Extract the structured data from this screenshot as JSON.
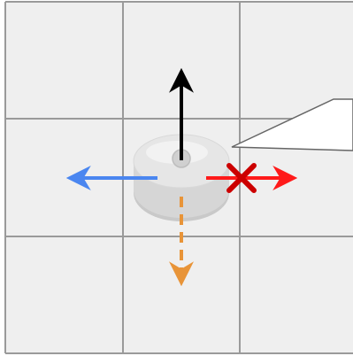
{
  "grid": {
    "rows": 3,
    "columns": 3,
    "cell_fill": "#efefef",
    "line_color": "#9a9a9a"
  },
  "robot": {
    "icon": "round-robot-vacuum-icon",
    "body_color": "#e6e6e6",
    "shadow_color": "#c9c9c9"
  },
  "arrows": [
    {
      "id": "up",
      "direction": "up",
      "style": "solid",
      "color": "#000000",
      "blocked": false
    },
    {
      "id": "left",
      "direction": "left",
      "style": "solid",
      "color": "#4a86f0",
      "blocked": false
    },
    {
      "id": "right",
      "direction": "right",
      "style": "solid",
      "color": "#ff1a1a",
      "blocked": true,
      "blocked_marker": "x-icon",
      "blocked_color": "#cc0000"
    },
    {
      "id": "down",
      "direction": "down",
      "style": "dashed",
      "color": "#e89438",
      "blocked": false
    }
  ],
  "callout": {
    "text": "",
    "fill": "#ffffff",
    "border": "#666666"
  }
}
